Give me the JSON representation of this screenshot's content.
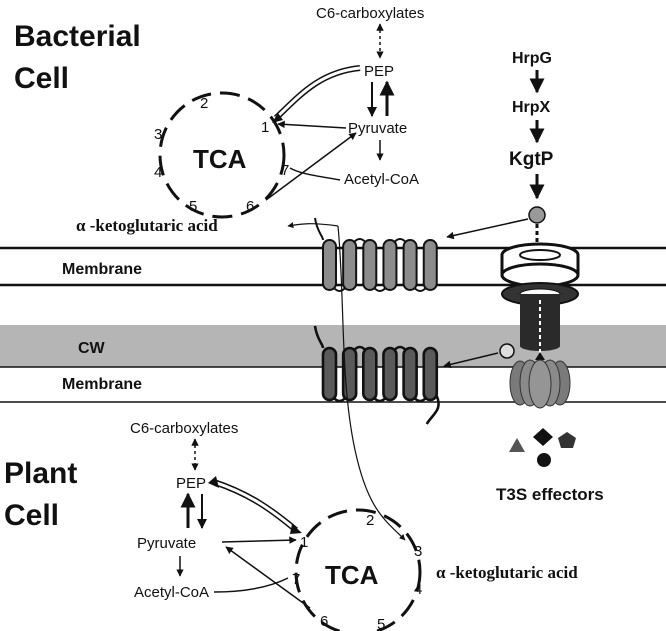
{
  "regions": {
    "bacterial_title_line1": "Bacterial",
    "bacterial_title_line2": "Cell",
    "plant_title_line1": "Plant",
    "plant_title_line2": "Cell",
    "membrane_top": "Membrane",
    "cell_wall": "CW",
    "membrane_bottom": "Membrane"
  },
  "bacterial": {
    "c6": "C6-carboxylates",
    "pep": "PEP",
    "pyruvate": "Pyruvate",
    "acetyl_coa": "Acetyl-CoA",
    "tca": "TCA",
    "numbers": [
      "1",
      "2",
      "3",
      "4",
      "5",
      "6",
      "7"
    ]
  },
  "plant": {
    "c6": "C6-carboxylates",
    "pep": "PEP",
    "pyruvate": "Pyruvate",
    "acetyl_coa": "Acetyl-CoA",
    "tca": "TCA",
    "numbers": [
      "1",
      "2",
      "3",
      "4",
      "5",
      "6",
      "7"
    ]
  },
  "regulation": {
    "hrpg": "HrpG",
    "hrpx": "HrpX",
    "kgtp": "KgtP"
  },
  "akg_top": "α -ketoglutaric acid",
  "akg_bottom": "α -ketoglutaric acid",
  "t3s_effectors": "T3S effectors"
}
